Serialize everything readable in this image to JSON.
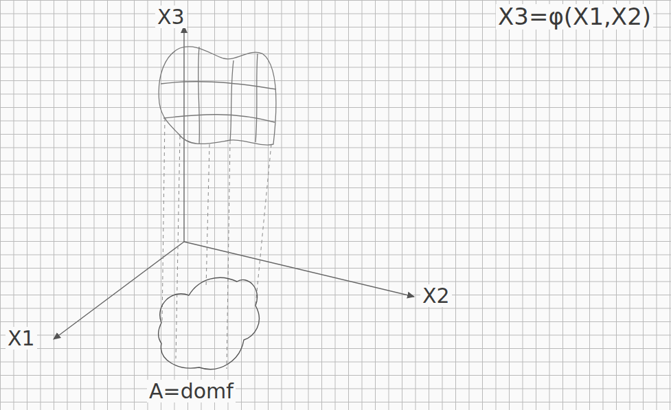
{
  "diagram": {
    "labels": [
      "X3",
      "X3=φ(X1,X2)",
      "X2",
      "X1",
      "A=domf"
    ]
  }
}
